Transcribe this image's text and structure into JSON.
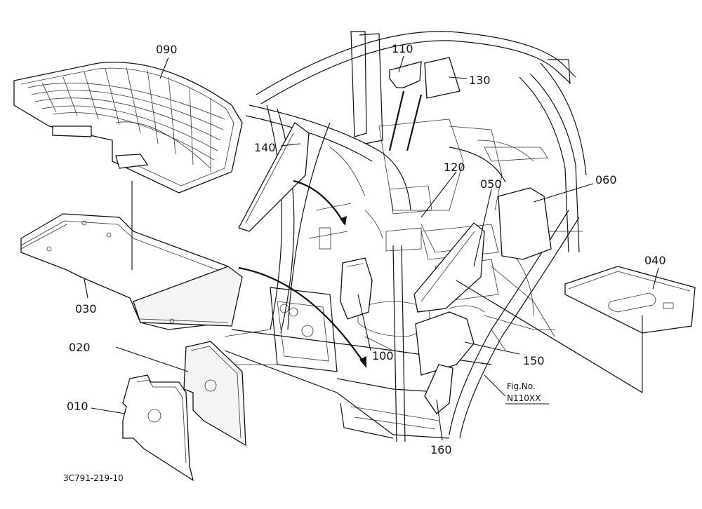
{
  "callouts": {
    "p010": "010",
    "p020": "020",
    "p030": "030",
    "p040": "040",
    "p050": "050",
    "p060": "060",
    "p090": "090",
    "p100": "100",
    "p110": "110",
    "p120": "120",
    "p130": "130",
    "p140": "140",
    "p150": "150",
    "p160": "160"
  },
  "figure_ref": {
    "label": "Fig.No.",
    "number": "N110XX"
  },
  "drawing_code": "3C791-219-10"
}
